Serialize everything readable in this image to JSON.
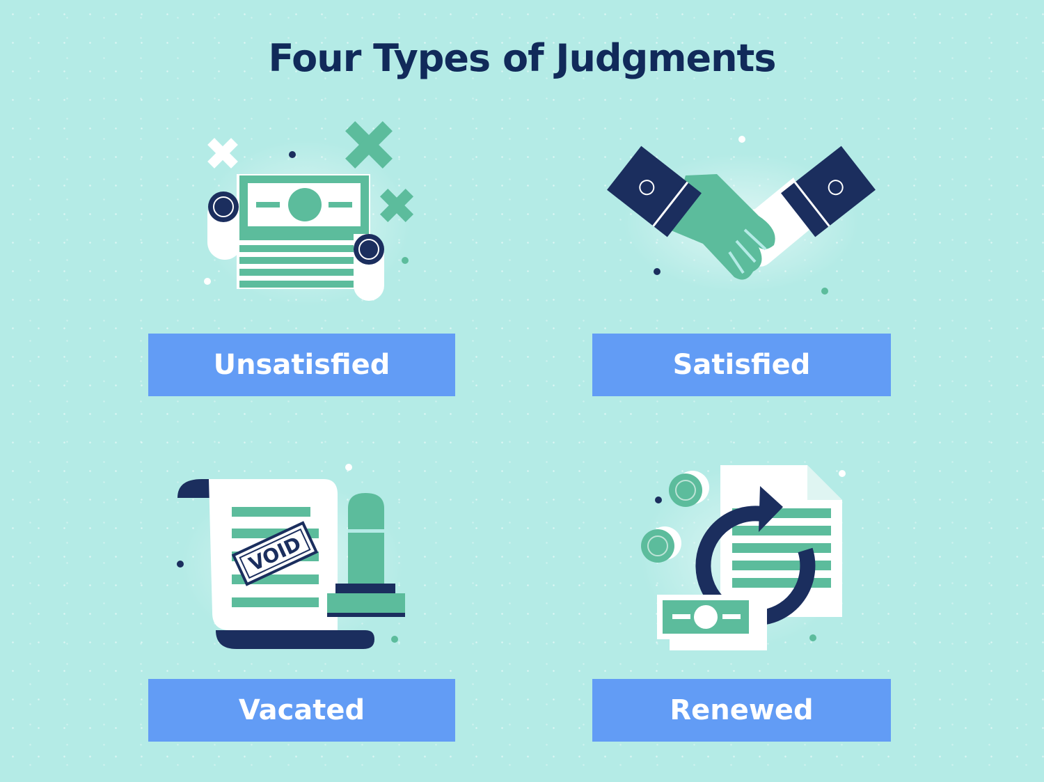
{
  "title": "Four Types of Judgments",
  "void_stamp_text": "VOID",
  "cards": [
    {
      "label": "Unsatisfied",
      "icon": "unpaid-money-document-icon"
    },
    {
      "label": "Satisfied",
      "icon": "handshake-icon"
    },
    {
      "label": "Vacated",
      "icon": "void-document-stamp-icon"
    },
    {
      "label": "Renewed",
      "icon": "renewal-document-money-icon"
    }
  ],
  "colors": {
    "background": "#b4ebe6",
    "title": "#112a5a",
    "label_bg": "#629cf5",
    "label_text": "#ffffff",
    "navy": "#1b2e5e",
    "green": "#5cbc9c",
    "white": "#ffffff"
  }
}
